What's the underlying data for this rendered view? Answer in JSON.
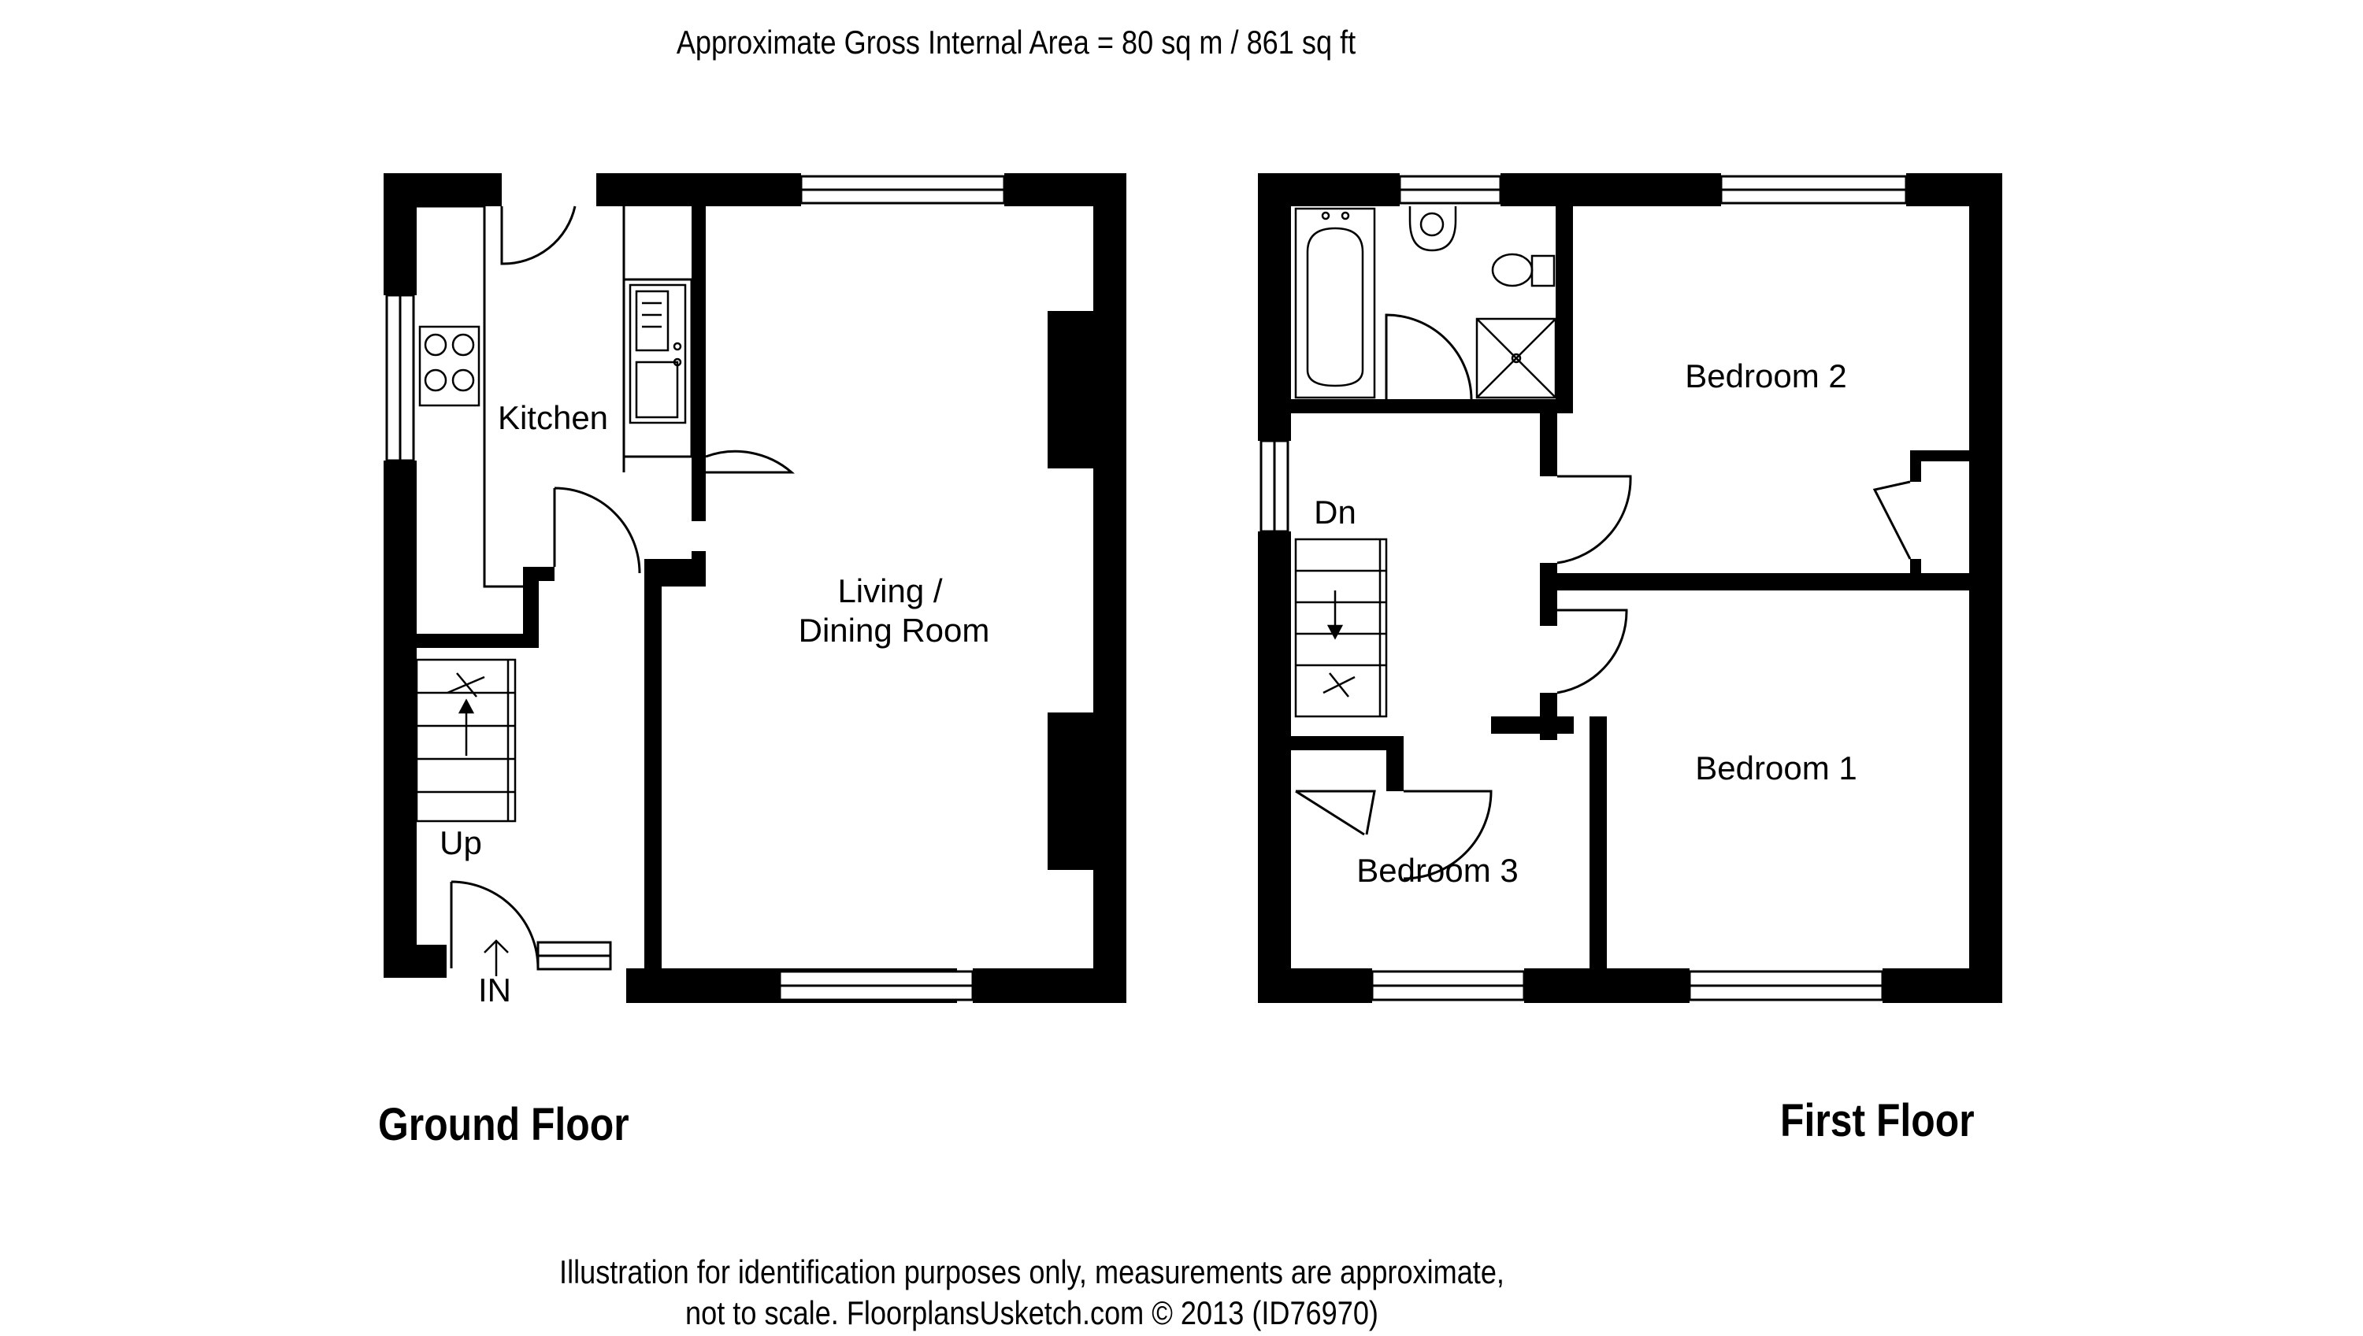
{
  "header": {
    "area": "Approximate Gross Internal Area = 80 sq m / 861 sq ft"
  },
  "ground_floor": {
    "title": "Ground Floor",
    "rooms": {
      "kitchen": "Kitchen",
      "living_line1": "Living /",
      "living_line2": "Dining Room"
    },
    "stairs_label": "Up",
    "entrance_label": "IN"
  },
  "first_floor": {
    "title": "First Floor",
    "rooms": {
      "bedroom1": "Bedroom 1",
      "bedroom2": "Bedroom 2",
      "bedroom3": "Bedroom 3"
    },
    "stairs_label": "Dn"
  },
  "footer": {
    "line1": "Illustration for identification purposes only, measurements are approximate,",
    "line2": "not to scale. FloorplansUsketch.com © 2013 (ID76970)"
  }
}
